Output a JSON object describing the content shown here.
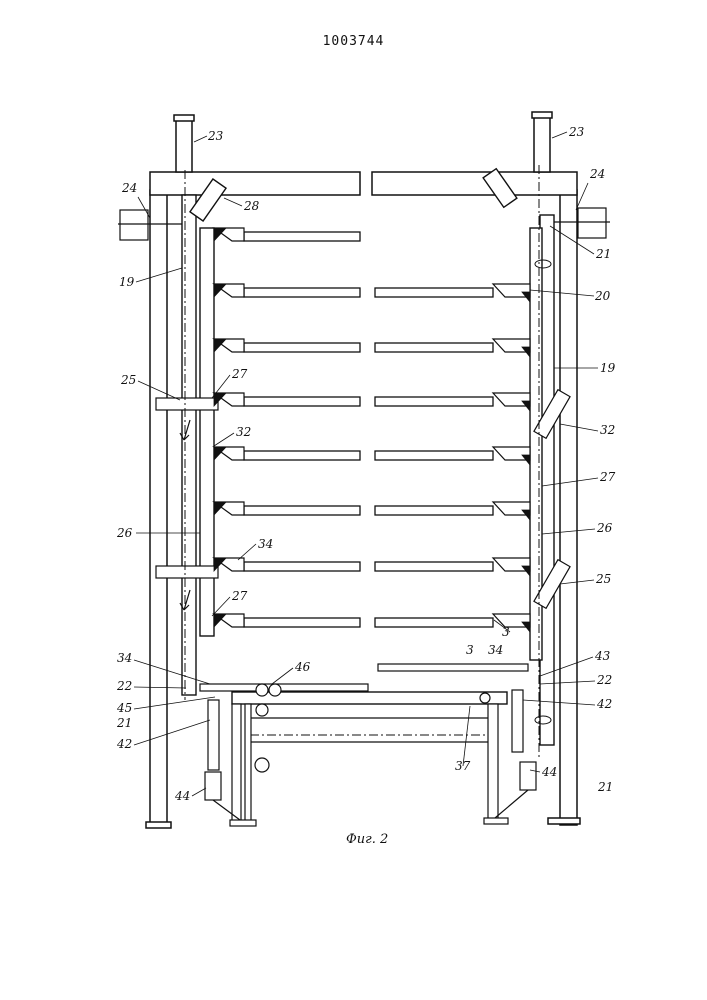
{
  "document": {
    "patent_number": "1003744",
    "figure_caption": "Фиг. 2"
  },
  "labels": {
    "l23a": "23",
    "l23b": "23",
    "l24a": "24",
    "l24b": "24",
    "l28": "28",
    "l19a": "19",
    "l19b": "19",
    "l21a": "21",
    "l20": "20",
    "l25a": "25",
    "l25b": "25",
    "l27a": "27",
    "l27b": "27",
    "l27c": "27",
    "l32a": "32",
    "l32b": "32",
    "l26a": "26",
    "l26b": "26",
    "l34a": "34",
    "l34b": "34",
    "l34c": "34",
    "l3a": "3",
    "l3b": "3",
    "l43": "43",
    "l22a": "22",
    "l22b": "22",
    "l46": "46",
    "l45": "45",
    "l42a": "42",
    "l42b": "42",
    "l21b": "21",
    "l21c": "21",
    "l37": "37",
    "l44a": "44",
    "l44b": "44"
  }
}
